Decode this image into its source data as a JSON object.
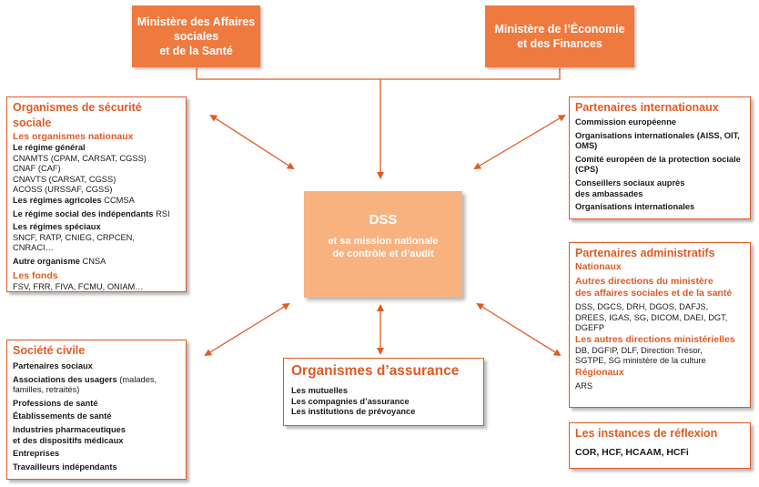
{
  "colors": {
    "accent": "#e15a23",
    "top_box": "#ef7a3f",
    "dss_box": "#f7b27f",
    "arrow": "#e15a23"
  },
  "top_boxes": {
    "left": {
      "line1": "Ministère des Affaires sociales",
      "line2": "et de la Santé"
    },
    "right": {
      "line1": "Ministère de l’Économie",
      "line2": "et des Finances"
    }
  },
  "dss": {
    "title": "DSS",
    "line1": "et sa mission nationale",
    "line2": "de contrôle et d’audit"
  },
  "secu": {
    "title": "Organismes de sécurité sociale",
    "nationaux_title": "Les organismes nationaux",
    "regime_general": "Le régime général",
    "cnamts": "CNAMTS (CPAM, CARSAT, CGSS)",
    "cnaf": "CNAF (CAF)",
    "cnavts": "CNAVTS (CARSAT, CGSS)",
    "acoss": "ACOSS (URSSAF, CGSS)",
    "agricoles_label": "Les régimes agricoles",
    "agricoles_value": " CCMSA",
    "independants_label": "Le régime social des indépendants",
    "independants_value": " RSI",
    "speciaux_label": "Les régimes spéciaux",
    "speciaux_line1": "SNCF, RATP, CNIEG, CRPCEN,",
    "speciaux_line2": "CNRACI…",
    "autre_label": "Autre organisme",
    "autre_value": " CNSA",
    "fonds_title": "Les fonds",
    "fonds_value": "FSV, FRR, FIVA, FCMU, ONIAM…"
  },
  "international": {
    "title": "Partenaires internationaux",
    "items": [
      "Commission européenne",
      "Organisations internationales (AISS, OIT,",
      "OMS)",
      "Comité européen de la protection sociale",
      "(CPS)",
      "Conseillers sociaux auprès",
      "des ambassades",
      "Organisations internationales"
    ]
  },
  "administratifs": {
    "title": "Partenaires administratifs",
    "nationaux": "Nationaux",
    "autres_dir_line1": "Autres directions du ministère",
    "autres_dir_line2": "des affaires sociales et de la santé",
    "dir_line1": "DSS, DGCS, DRH, DGOS, DAFJS,",
    "dir_line2": "DREES, IGAS, SG, DICOM, DAEI, DGT,",
    "dir_line3": "DGEFP",
    "min_title": "Les autres directions ministérielles",
    "min_line1": "DB, DGFIP, DLF, Direction Trésor,",
    "min_line2": "SGTPE, SG ministère de la culture",
    "regionaux": "Régionaux",
    "ars": "ARS"
  },
  "civile": {
    "title": "Société civile",
    "partenaires": "Partenaires sociaux",
    "usagers_label": "Associations des usagers",
    "usagers_value": " (malades,",
    "usagers_line2": "familles, retraités)",
    "professions": "Professions de santé",
    "etablissements": "Établissements de santé",
    "industries_line1": "Industries pharmaceutiques",
    "industries_line2": "et des dispositifs médicaux",
    "entreprises": "Entreprises",
    "travailleurs": "Travailleurs  indépendants"
  },
  "assurance": {
    "title": "Organismes d’assurance",
    "items": [
      "Les mutuelles",
      "Les compagnies d’assurance",
      "Les institutions de prévoyance"
    ]
  },
  "instances": {
    "title": "Les instances de réflexion",
    "value": "COR, HCF, HCAAM, HCFi"
  }
}
